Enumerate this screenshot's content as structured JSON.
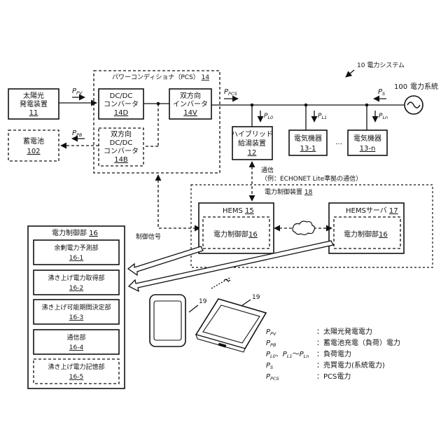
{
  "system": {
    "label": "10 電力システム",
    "grid_num": "100",
    "grid_label": "電力系統"
  },
  "pcs": {
    "title": "パワーコンディショナ（PCS）",
    "num": "14"
  },
  "solar": {
    "line1": "太陽光",
    "line2": "発電装置",
    "num": "11"
  },
  "dcdc": {
    "line1": "DC/DC",
    "line2": "コンバータ",
    "num": "14D"
  },
  "inverter": {
    "line1": "双方向",
    "line2": "インバータ",
    "num": "14V"
  },
  "battery": {
    "line1": "蓄電池",
    "num": "102"
  },
  "bidc": {
    "line1": "双方向",
    "line2": "DC/DC",
    "line3": "コンバータ",
    "num": "14B"
  },
  "hybrid": {
    "line1": "ハイブリッド",
    "line2": "給湯装置",
    "num": "12"
  },
  "device1": {
    "line1": "電気機器",
    "num": "13-1"
  },
  "device2": {
    "line1": "電気機器",
    "num": "13-n"
  },
  "ellipsis": "…",
  "comm": {
    "line1": "通信",
    "line2": "（例：ECHONET Lite準拠の通信）"
  },
  "control_signal": "制御信号",
  "control_device": {
    "title": "電力制御装置",
    "num": "18"
  },
  "hems": {
    "title": "HEMS",
    "num": "15"
  },
  "hems_server": {
    "title": "HEMSサーバ",
    "num": "17"
  },
  "pcu_inner": {
    "title": "電力制御部",
    "num": "16"
  },
  "pcu": {
    "title": "電力制御部",
    "num": "16",
    "units": [
      {
        "title": "余剰電力予測部",
        "num": "16-1"
      },
      {
        "title": "沸き上げ電力取得部",
        "num": "16-2"
      },
      {
        "title": "沸き上げ可能期間決定部",
        "num": "16-3"
      },
      {
        "title": "通信部",
        "num": "16-4"
      },
      {
        "title": "沸き上げ電力記憶部",
        "num": "16-5"
      }
    ]
  },
  "terminal_num": "19",
  "flows": {
    "ppv": {
      "main": "P",
      "sub": "PV"
    },
    "ppb": {
      "main": "P",
      "sub": "PB"
    },
    "ppcs": {
      "main": "P",
      "sub": "PCS"
    },
    "ps": {
      "main": "P",
      "sub": "S"
    },
    "pl0": {
      "main": "P",
      "sub": "L0"
    },
    "pl1": {
      "main": "P",
      "sub": "L1"
    },
    "pln": {
      "main": "P",
      "sub": "Ln"
    }
  },
  "legend": [
    {
      "main": "P",
      "sub": "PV",
      "colon": "：",
      "desc": "太陽光発電電力"
    },
    {
      "main": "P",
      "sub": "PB",
      "colon": "：",
      "desc": "蓄電池充電（負荷）電力"
    },
    {
      "main": "P",
      "sub": "L0",
      "extra_sep": "、",
      "extra_a": "P",
      "extra_a_sub": "L1",
      "extra_tilde": "〜",
      "extra_b": "P",
      "extra_b_sub": "Ln",
      "colon": "：",
      "desc": "負荷電力"
    },
    {
      "main": "P",
      "sub": "S",
      "colon": "：",
      "desc": "売買電力(系統電力)"
    },
    {
      "main": "P",
      "sub": "PCS",
      "colon": "：",
      "desc": "PCS電力"
    }
  ]
}
